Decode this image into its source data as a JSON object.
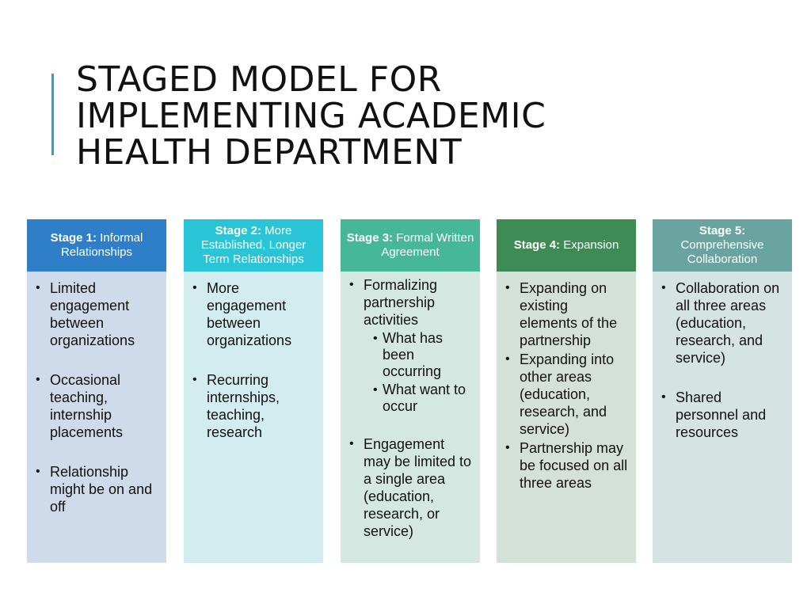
{
  "title_lines": [
    "STAGED MODEL FOR",
    "IMPLEMENTING ACADEMIC",
    "HEALTH DEPARTMENT"
  ],
  "colors": {
    "accent": "#2a9fd6",
    "stage1_header": "#2e7fc8",
    "stage1_body": "#cfdbea",
    "stage2_header": "#29c4d6",
    "stage2_body": "#d3ecf0",
    "stage3_header": "#47b79a",
    "stage3_body": "#d4e8e1",
    "stage4_header": "#3f8b55",
    "stage4_body": "#d5e1d8",
    "stage5_header": "#6aa4a1",
    "stage5_body": "#d5e3e3"
  },
  "stages": [
    {
      "label": "Stage 1:",
      "name": "Informal Relationships",
      "bullets": [
        "Limited engagement between organizations",
        "Occasional teaching, internship placements",
        "Relationship might be on and off"
      ]
    },
    {
      "label": "Stage 2:",
      "name": "More Established, Longer Term Relationships",
      "bullets": [
        "More engagement between organizations",
        "Recurring internships, teaching, research"
      ]
    },
    {
      "label": "Stage 3:",
      "name": "Formal Written Agreement",
      "bullets": [
        "Formalizing partnership activities",
        "Engagement may be limited to a single area (education, research, or service)"
      ],
      "sub_bullets": [
        "What has been occurring",
        "What want to occur"
      ]
    },
    {
      "label": "Stage 4:",
      "name": "Expansion",
      "bullets": [
        "Expanding on existing elements of the partnership",
        "Expanding into other areas (education, research, and service)",
        "Partnership may be focused on all three areas"
      ]
    },
    {
      "label": "Stage 5:",
      "name": "Comprehensive Collaboration",
      "bullets": [
        "Collaboration on all three areas (education, research, and service)",
        "Shared personnel and resources"
      ]
    }
  ]
}
